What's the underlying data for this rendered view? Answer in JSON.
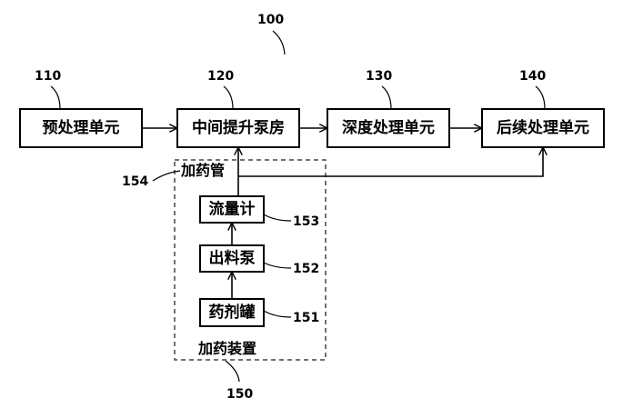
{
  "figure_ref": "100",
  "units": [
    {
      "id": "pretreatment",
      "label": "预处理单元",
      "ref": "110"
    },
    {
      "id": "lift-pump-room",
      "label": "中间提升泵房",
      "ref": "120"
    },
    {
      "id": "deep-treatment",
      "label": "深度处理单元",
      "ref": "130"
    },
    {
      "id": "post-treatment",
      "label": "后续处理单元",
      "ref": "140"
    }
  ],
  "dosing_device": {
    "label": "加药装置",
    "ref": "150",
    "components": [
      {
        "id": "flow-meter",
        "label": "流量计",
        "ref": "153"
      },
      {
        "id": "discharge-pump",
        "label": "出料泵",
        "ref": "152"
      },
      {
        "id": "chemical-tank",
        "label": "药剂罐",
        "ref": "151"
      }
    ],
    "dosing_pipe": {
      "label": "加药管",
      "ref": "154"
    }
  }
}
